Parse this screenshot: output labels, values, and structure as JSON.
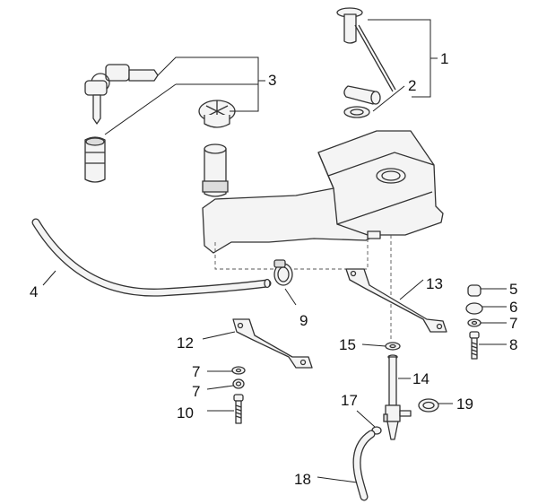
{
  "callouts": {
    "c1": "1",
    "c2": "2",
    "c3": "3",
    "c4": "4",
    "c5": "5",
    "c6": "6",
    "c7a": "7",
    "c7b": "7",
    "c7c": "7",
    "c8": "8",
    "c9": "9",
    "c10": "10",
    "c12": "12",
    "c13": "13",
    "c14": "14",
    "c15": "15",
    "c17": "17",
    "c18": "18",
    "c19": "19"
  }
}
